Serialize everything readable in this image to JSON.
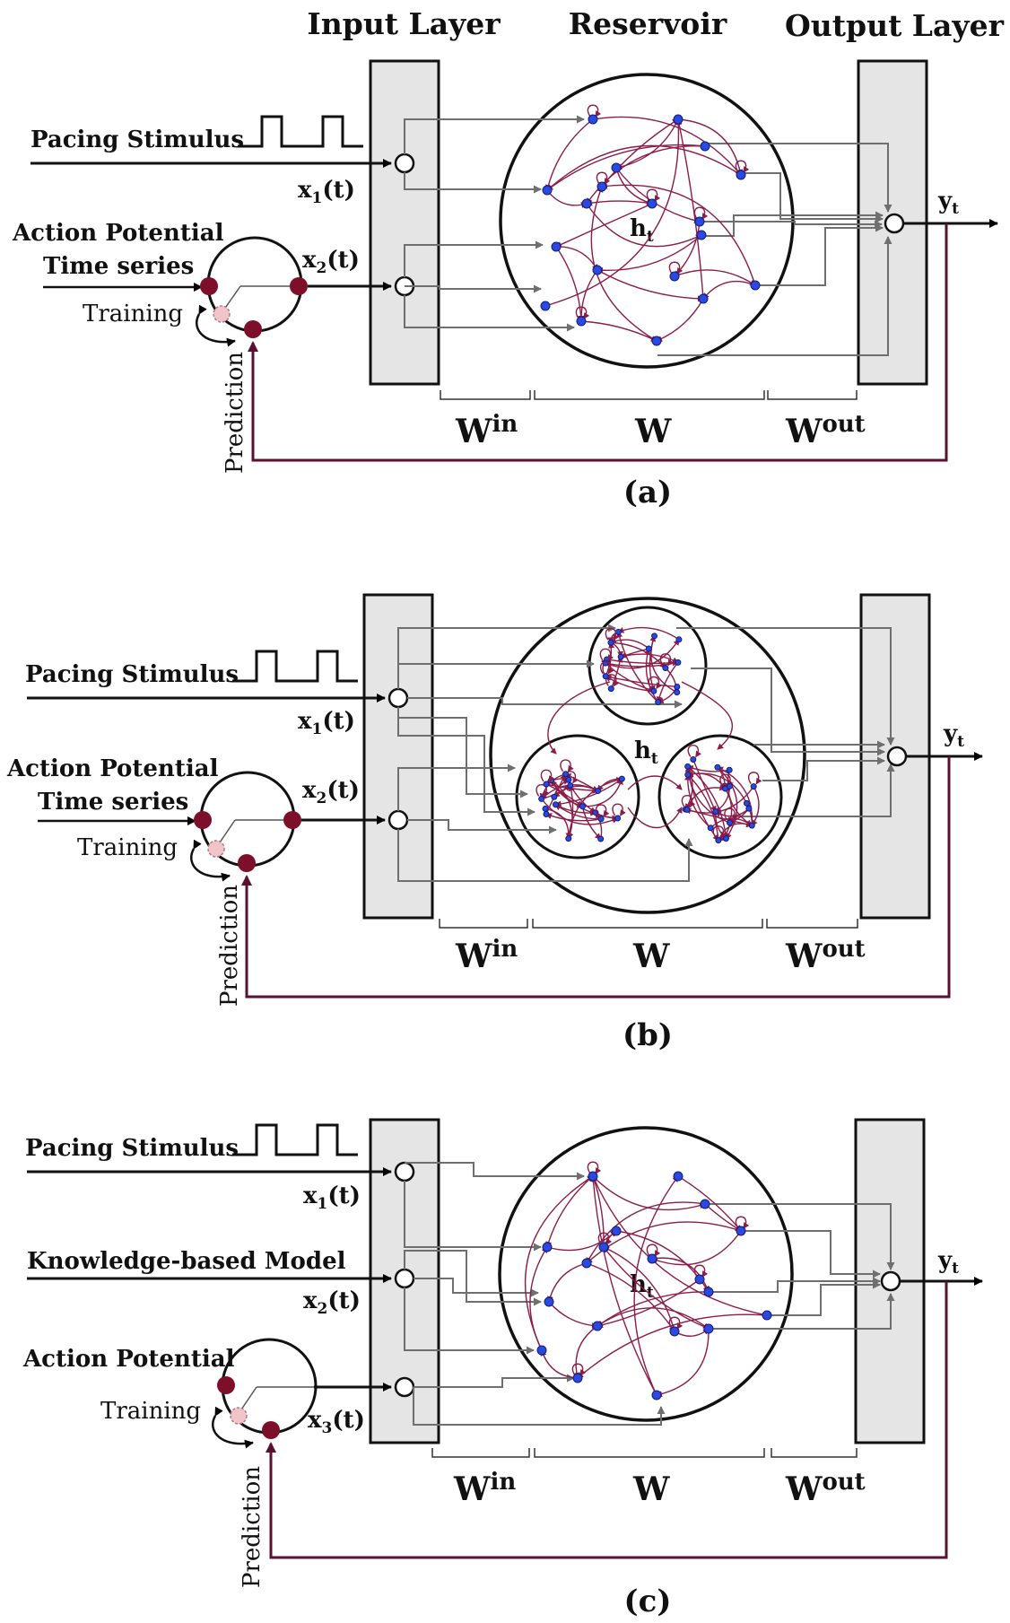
{
  "headers": {
    "input_layer": "Input Layer",
    "reservoir": "Reservoir",
    "output_layer": "Output Layer"
  },
  "colors": {
    "node": "#2b48e0",
    "node_stroke": "#0e1f7a",
    "internal_link": "#8c1c49",
    "connection": "#6f6f6f",
    "feedback": "#5a1030",
    "ap_node": "#7d0f2b",
    "ap_node_ghost": "#f0c4c8",
    "layer_fill": "#e5e5e5"
  },
  "panels": [
    {
      "caption": "(a)",
      "inputs": [
        {
          "label": "Pacing Stimulus",
          "var": "x",
          "sub": "1",
          "arg": "(t)"
        },
        {
          "label_line1": "Action Potential",
          "label_line2": "Time series",
          "var": "x",
          "sub": "2",
          "arg": "(t)"
        }
      ],
      "training": "Training",
      "prediction": "Prediction",
      "state": {
        "var": "h",
        "sub": "t"
      },
      "output": {
        "var": "y",
        "sub": "t"
      },
      "weights": {
        "w_in": {
          "base": "W",
          "sup": "in"
        },
        "w": {
          "base": "W"
        },
        "w_out": {
          "base": "W",
          "sup": "out"
        }
      }
    },
    {
      "caption": "(b)",
      "inputs": [
        {
          "label": "Pacing Stimulus",
          "var": "x",
          "sub": "1",
          "arg": "(t)"
        },
        {
          "label_line1": "Action Potential",
          "label_line2": "Time series",
          "var": "x",
          "sub": "2",
          "arg": "(t)"
        }
      ],
      "training": "Training",
      "prediction": "Prediction",
      "state": {
        "var": "h",
        "sub": "t"
      },
      "output": {
        "var": "y",
        "sub": "t"
      },
      "weights": {
        "w_in": {
          "base": "W",
          "sup": "in"
        },
        "w": {
          "base": "W"
        },
        "w_out": {
          "base": "W",
          "sup": "out"
        }
      }
    },
    {
      "caption": "(c)",
      "inputs": [
        {
          "label": "Pacing Stimulus",
          "var": "x",
          "sub": "1",
          "arg": "(t)"
        },
        {
          "label": "Knowledge-based Model",
          "var": "x",
          "sub": "2",
          "arg": "(t)"
        },
        {
          "label": "Action Potential",
          "var": "x",
          "sub": "3",
          "arg": "(t)"
        }
      ],
      "training": "Training",
      "prediction": "Prediction",
      "state": {
        "var": "h",
        "sub": "t"
      },
      "output": {
        "var": "y",
        "sub": "t"
      },
      "weights": {
        "w_in": {
          "base": "W",
          "sup": "in"
        },
        "w": {
          "base": "W"
        },
        "w_out": {
          "base": "W",
          "sup": "out"
        }
      }
    }
  ]
}
